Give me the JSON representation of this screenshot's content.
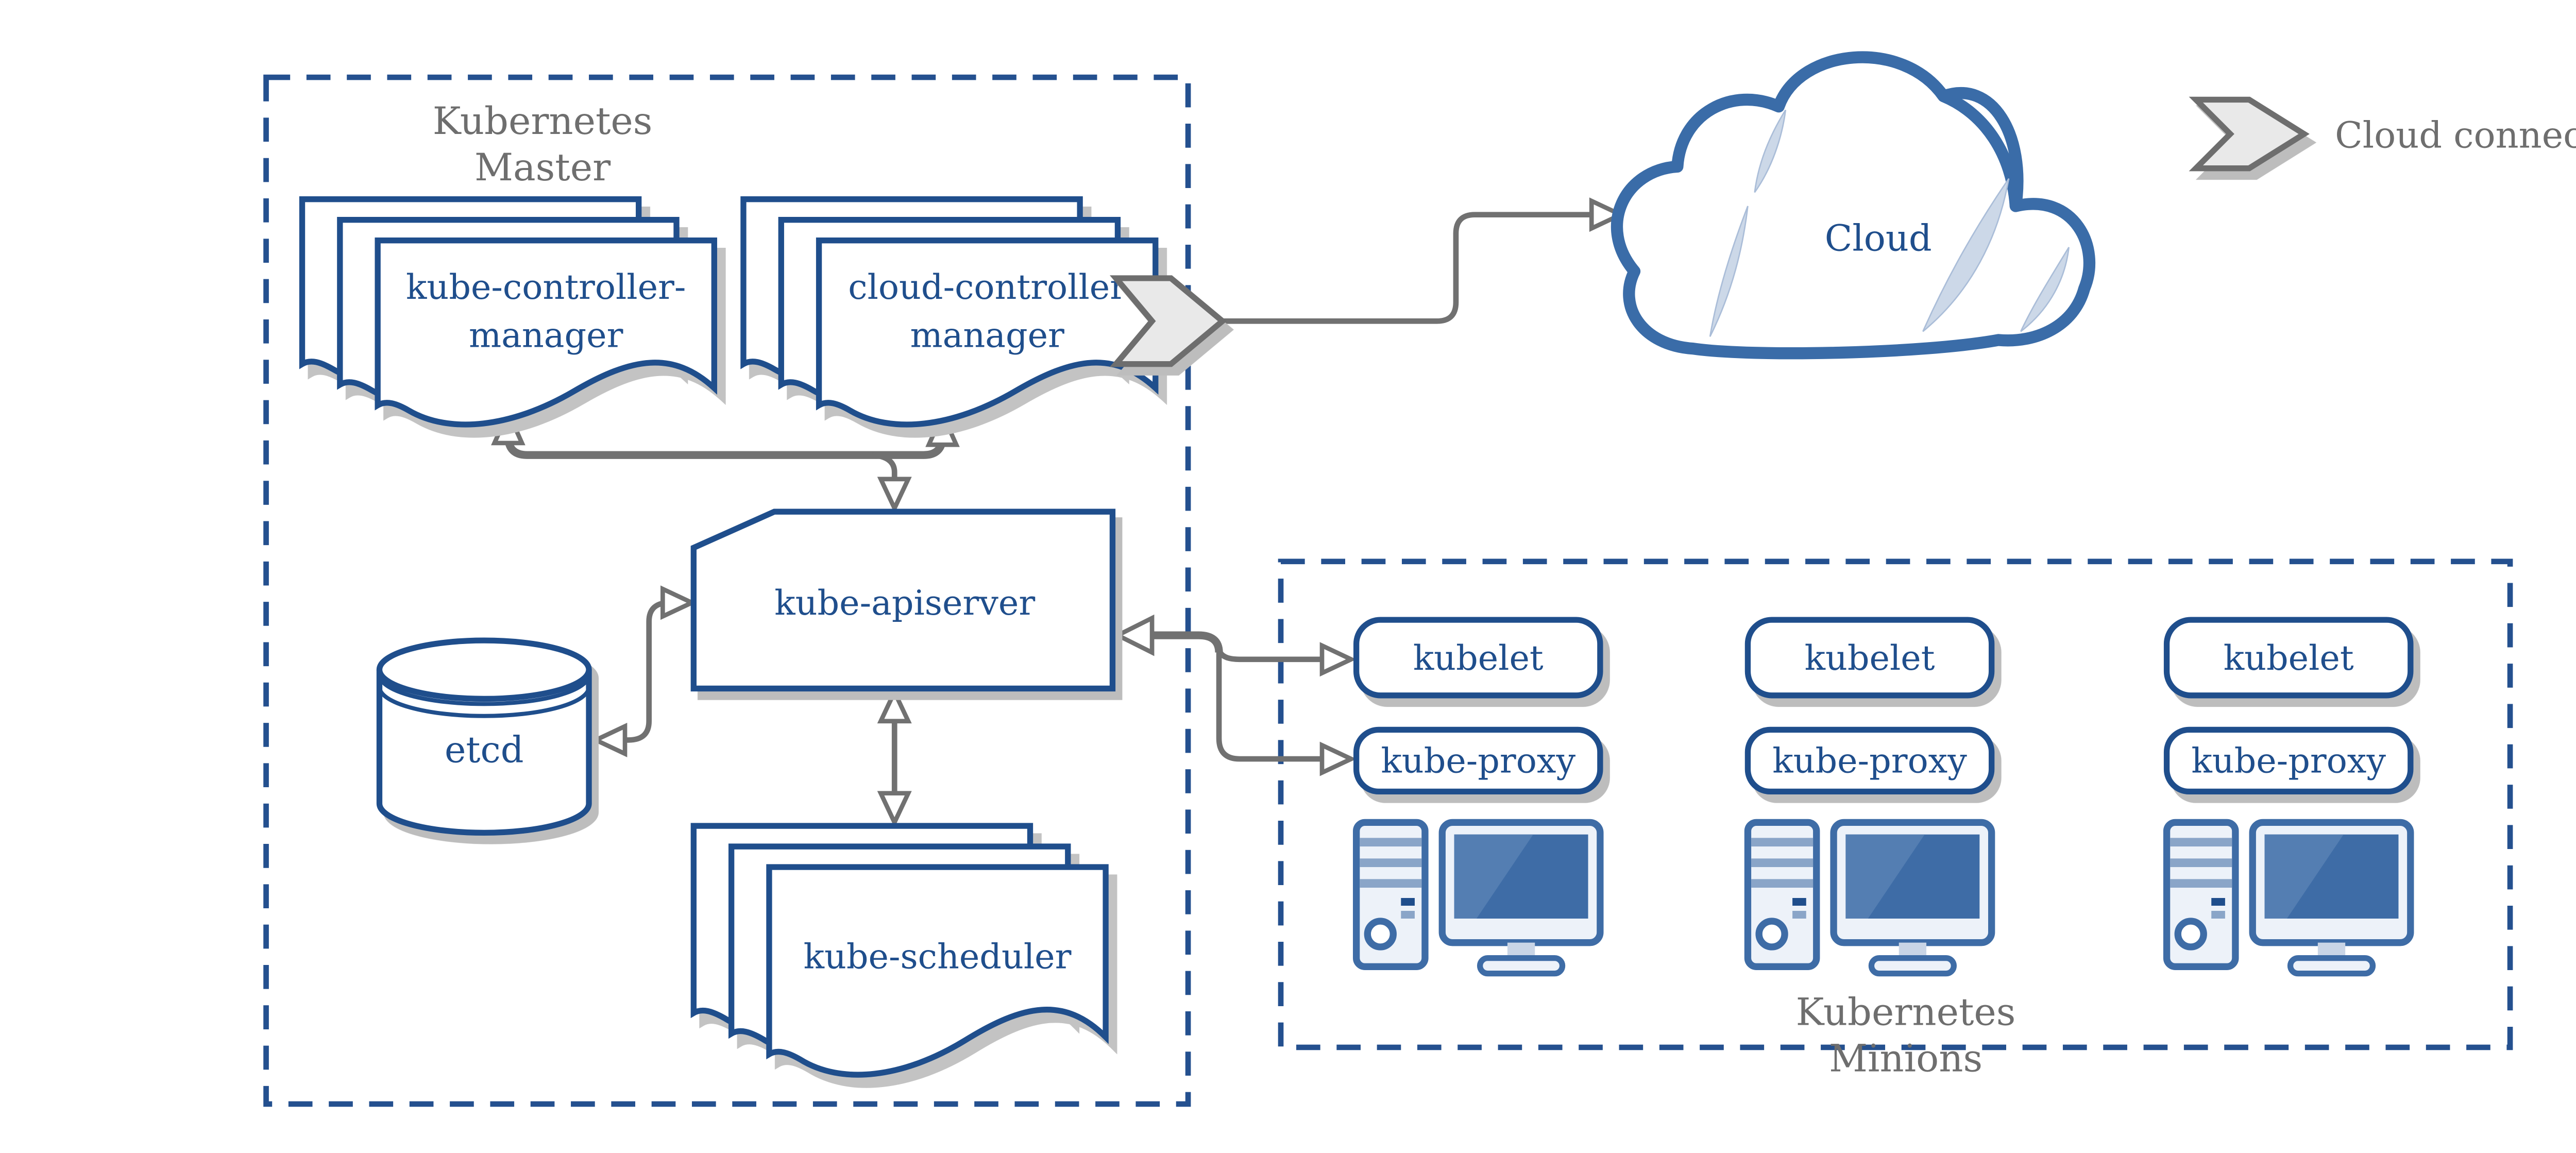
{
  "colors": {
    "primary_blue": "#1f4e8c",
    "icon_blue": "#3e6ca6",
    "arrow_gray": "#717171",
    "label_gray": "#6e6e6e",
    "shadow_gray": "#bdbdbd",
    "cloud_accent": "#ccd8e8",
    "chevron_fill": "#e9e9e9",
    "background": "#ffffff"
  },
  "master": {
    "label_line1": "Kubernetes",
    "label_line2": "Master",
    "kube_controller_manager_line1": "kube-controller-",
    "kube_controller_manager_line2": "manager",
    "cloud_controller_manager_line1": "cloud-controller",
    "cloud_controller_manager_line2": "manager",
    "kube_apiserver": "kube-apiserver",
    "etcd": "etcd",
    "kube_scheduler": "kube-scheduler"
  },
  "cloud": {
    "label": "Cloud"
  },
  "legend": {
    "cloud_connector": "Cloud connector"
  },
  "minions": {
    "label_line1": "Kubernetes",
    "label_line2": "Minions",
    "nodes": [
      {
        "kubelet": "kubelet",
        "kube_proxy": "kube-proxy"
      },
      {
        "kubelet": "kubelet",
        "kube_proxy": "kube-proxy"
      },
      {
        "kubelet": "kubelet",
        "kube_proxy": "kube-proxy"
      }
    ]
  }
}
